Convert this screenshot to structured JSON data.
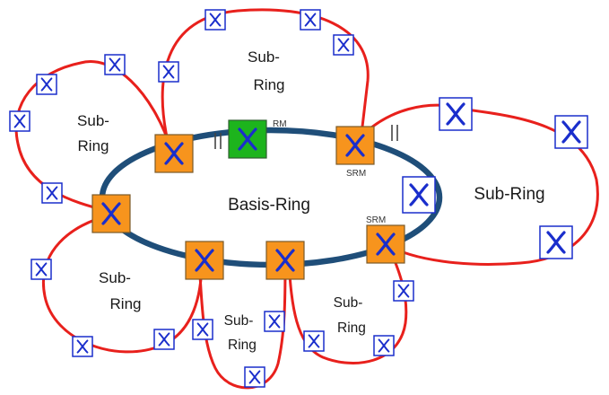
{
  "diagram": {
    "basis_ring_label": "Basis-Ring",
    "sub_ring_top_line1": "Sub-",
    "sub_ring_top_line2": "Ring",
    "sub_ring_left_line1": "Sub-",
    "sub_ring_left_line2": "Ring",
    "sub_ring_right_label": "Sub-Ring",
    "sub_ring_bottom_left_line1": "Sub-",
    "sub_ring_bottom_left_line2": "Ring",
    "sub_ring_bottom_mid_line1": "Sub-",
    "sub_ring_bottom_mid_line2": "Ring",
    "sub_ring_bottom_right_line1": "Sub-",
    "sub_ring_bottom_right_line2": "Ring",
    "rm_label": "RM",
    "srm_label_top": "SRM",
    "srm_label_bottom": "SRM"
  },
  "colors": {
    "sub_ring": "#e8201c",
    "basis_ring": "#1f4e79",
    "switch_orange": "#f7941d",
    "switch_green": "#1db41d",
    "switch_white": "#ffffff",
    "switch_symbol": "#1a2ecc"
  },
  "icons": {
    "switch": "switch-icon"
  }
}
